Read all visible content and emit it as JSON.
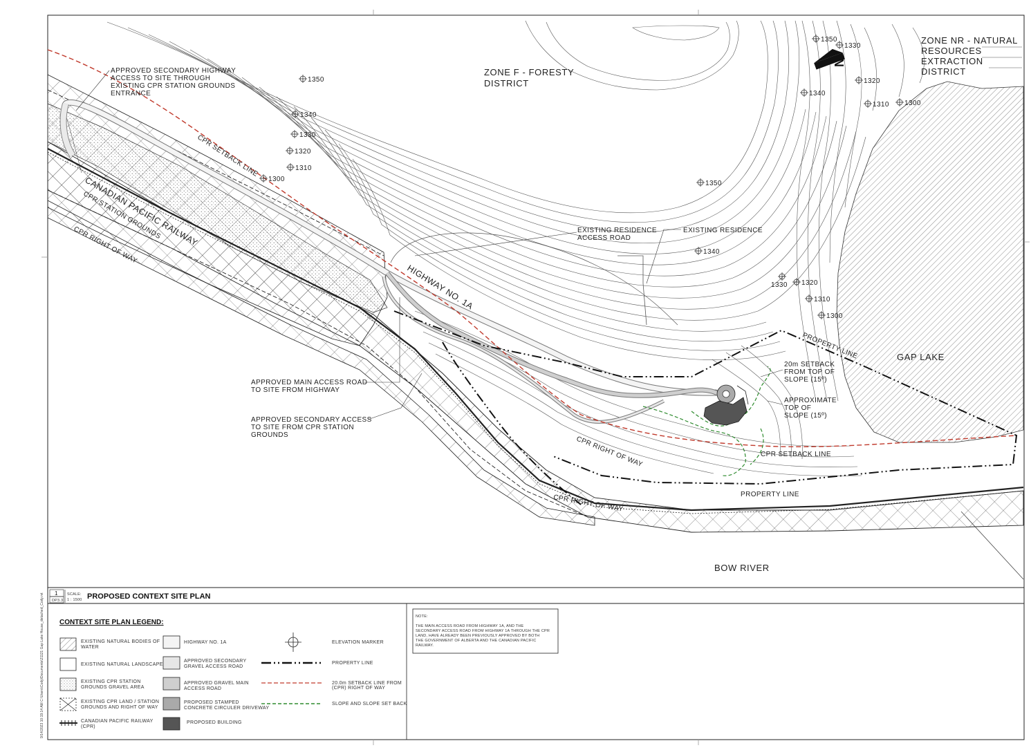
{
  "drawing": {
    "number": "1",
    "sheet": "DP3.3",
    "scale_label": "SCALE:",
    "scale_value": "1 : 1500",
    "title": "PROPOSED CONTEXT SITE PLAN",
    "side_stamp": "9/14/2023 10:19:14 AM     C:\\Users\\Cody\\Documents\\21121 Gap Lake House_detached_Cody.rvt"
  },
  "zones": {
    "forestry_line1": "ZONE F - FORESTY",
    "forestry_line2": "DISTRICT",
    "nr_line1": "ZONE NR - NATURAL",
    "nr_line2": "RESOURCES",
    "nr_line3": "EXTRACTION",
    "nr_line4": "DISTRICT"
  },
  "water": {
    "gap_lake": "GAP LAKE",
    "bow_river": "BOW RIVER"
  },
  "map_labels": {
    "cpr_setback_top": "CPR SETBACK LINE",
    "railway": "CANADIAN PACIFIC RAILWAY",
    "station_grounds": "CPR STATION GROUNDS",
    "row_left": "CPR RIGHT OF WAY",
    "highway": "HIGHWAY NO. 1A",
    "row_mid": "CPR RIGHT OF WAY",
    "row_bottom": "CPR RIGHT OF WAY",
    "cpr_setback_bottom": "CPR SETBACK LINE",
    "property_line_top": "PROPERTY LINE",
    "property_line_bottom": "PROPERTY LINE"
  },
  "callouts": {
    "secondary_highway_access": [
      "APPROVED SECONDARY HIGHWAY",
      "ACCESS TO SITE THROUGH",
      "EXISTING CPR STATION GROUNDS",
      "ENTRANCE"
    ],
    "main_access_road": [
      "APPROVED MAIN ACCESS ROAD",
      "TO SITE FROM HIGHWAY"
    ],
    "secondary_access": [
      "APPROVED SECONDARY ACCESS",
      "TO SITE FROM CPR STATION",
      "GROUNDS"
    ],
    "residence_road": [
      "EXISTING RESIDENCE",
      "ACCESS ROAD"
    ],
    "residence": "EXISTING RESIDENCE",
    "setback_20m": [
      "20m SETBACK",
      "FROM TOP OF",
      "SLOPE (15º)"
    ],
    "top_of_slope": [
      "APPROXIMATE",
      "TOP OF",
      "SLOPE (15º)"
    ]
  },
  "elevations": [
    "1350",
    "1340",
    "1330",
    "1320",
    "1310",
    "1300",
    "1350",
    "1340",
    "1330",
    "1320",
    "1310",
    "1300",
    "1350",
    "1330",
    "1320",
    "1340",
    "1310",
    "1300"
  ],
  "north_arrow_label": "N",
  "legend": {
    "title": "CONTEXT SITE PLAN LEGEND:",
    "items": [
      {
        "label": [
          "EXISTING NATURAL BODIES OF",
          "WATER"
        ]
      },
      {
        "label": [
          "EXISTING NATURAL LANDSCAPE"
        ]
      },
      {
        "label": [
          "EXISTING CPR STATION",
          "GROUNDS GRAVEL AREA"
        ]
      },
      {
        "label": [
          "EXISTING CPR LAND / STATION",
          "GROUNDS AND RIGHT OF WAY"
        ]
      },
      {
        "label": [
          "CANADIAN PACIFIC RAILWAY",
          "(CPR)"
        ]
      },
      {
        "label": [
          "HIGHWAY NO. 1A"
        ]
      },
      {
        "label": [
          "APPROVED SECONDARY",
          "GRAVEL ACCESS ROAD"
        ]
      },
      {
        "label": [
          "APPROVED GRAVEL MAIN",
          "ACCESS ROAD"
        ]
      },
      {
        "label": [
          "PROPOSED STAMPED",
          "CONCRETE CIRCULER DRIVEWAY"
        ]
      },
      {
        "label": [
          "PROPOSED BUILDING"
        ]
      },
      {
        "label": [
          "ELEVATION MARKER"
        ]
      },
      {
        "label": [
          "PROPERTY LINE"
        ]
      },
      {
        "label": [
          "20.0m SETBACK LINE FROM",
          "(CPR) RIGHT OF WAY"
        ]
      },
      {
        "label": [
          "SLOPE AND SLOPE SET BACK"
        ]
      }
    ],
    "swatch_fills": [
      "#ffffff",
      "#ffffff",
      "#ffffff",
      "#ffffff",
      "#ffffff",
      "#f4f4f4",
      "#e6e6e6",
      "#cfcfcf",
      "#aaaaaa",
      "#555555"
    ]
  },
  "note": {
    "heading": "NOTE:",
    "lines": [
      "THE MAIN ACCESS ROAD FROM HIGHWAY 1A, AND THE",
      "SECONDARY ACCESS ROAD FROM HIGHWAY 1A THROUGH THE CPR",
      "LAND, HAVE ALREADY BEEN PREVIOUSLY APPROVED BY BOTH",
      "THE GOVERNMENT OF ALBERTA AND THE CANADIAN PACIFIC",
      "RAILWAY."
    ]
  },
  "colors": {
    "setback_red": "#c0392b",
    "slope_green": "#2e8b2e",
    "building": "#555555"
  }
}
